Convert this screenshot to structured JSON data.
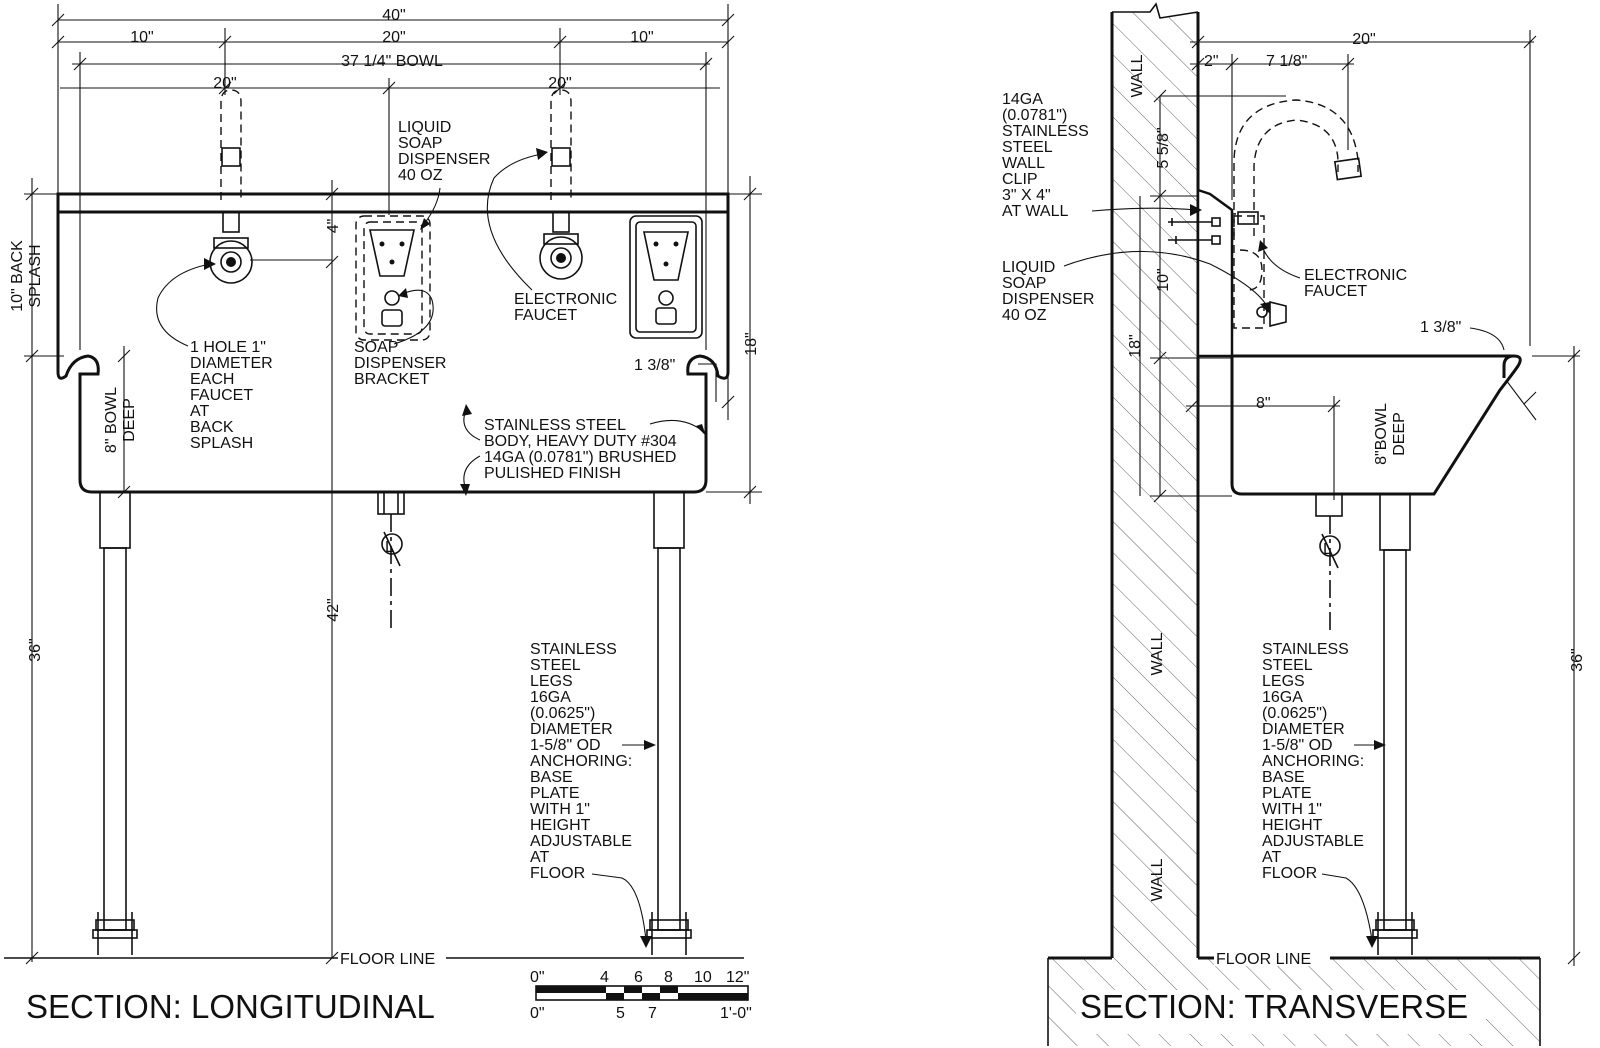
{
  "longitudinal": {
    "title": "SECTION: LONGITUDINAL",
    "dim_overall": "40\"",
    "dim_center": "20\"",
    "dim_left": "10\"",
    "dim_right": "10\"",
    "dim_bowl": "37 1/4\" BOWL",
    "dim_faucet_left": "20\"",
    "dim_faucet_right": "20\"",
    "dim_4": "4\"",
    "dim_18": "18\"",
    "dim_42": "42\"",
    "dim_36": "36\"",
    "dim_138": "1 3/8\"",
    "backsplash": [
      "10\" BACK",
      "SPLASH"
    ],
    "bowl_deep": [
      "8\" BOWL",
      "DEEP"
    ],
    "note_soap": [
      "LIQUID",
      "SOAP",
      "DISPENSER",
      "40 OZ"
    ],
    "note_faucet": [
      "ELECTRONIC",
      "FAUCET"
    ],
    "note_hole": [
      "1 HOLE 1\"",
      "DIAMETER",
      "EACH",
      "FAUCET",
      "AT",
      "BACK",
      "SPLASH"
    ],
    "note_bracket": [
      "SOAP",
      "DISPENSER",
      "BRACKET"
    ],
    "note_body": [
      "STAINLESS STEEL",
      "BODY, HEAVY DUTY #304",
      "14GA (0.0781\") BRUSHED",
      "PULISHED FINISH"
    ],
    "note_legs": [
      "STAINLESS",
      "STEEL",
      "LEGS",
      "16GA",
      "(0.0625\")",
      "DIAMETER",
      "1-5/8\" OD",
      "ANCHORING:",
      "BASE",
      "PLATE",
      "WITH 1\"",
      "HEIGHT",
      "ADJUSTABLE",
      "AT",
      "FLOOR"
    ],
    "floor_line": "FLOOR LINE",
    "scale_top": [
      "0\"",
      "4",
      "6",
      "8",
      "10",
      "12\""
    ],
    "scale_bottom": [
      "0\"",
      "5",
      "7",
      "1'-0\""
    ]
  },
  "transverse": {
    "title": "SECTION: TRANSVERSE",
    "wall_labels": [
      "WALL",
      "WALL",
      "WALL"
    ],
    "dim_20": "20\"",
    "dim_2": "2\"",
    "dim_718": "7 1/8\"",
    "dim_558": "5 5/8\"",
    "dim_10": "10\"",
    "dim_18": "18\"",
    "dim_138": "1 3/8\"",
    "dim_8": "8\"",
    "dim_36": "36\"",
    "bowl_deep": [
      "8\"BOWL",
      "DEEP"
    ],
    "note_clip": [
      "14GA",
      "(0.0781\")",
      "STAINLESS",
      "STEEL",
      "WALL",
      "CLIP",
      "3\" X 4\"",
      "AT WALL"
    ],
    "note_soap": [
      "LIQUID",
      "SOAP",
      "DISPENSER",
      "40 OZ"
    ],
    "note_faucet": [
      "ELECTRONIC",
      "FAUCET"
    ],
    "note_legs": [
      "STAINLESS",
      "STEEL",
      "LEGS",
      "16GA",
      "(0.0625\")",
      "DIAMETER",
      "1-5/8\" OD",
      "ANCHORING:",
      "BASE",
      "PLATE",
      "WITH 1\"",
      "HEIGHT",
      "ADJUSTABLE",
      "AT",
      "FLOOR"
    ],
    "floor_line": "FLOOR LINE"
  }
}
